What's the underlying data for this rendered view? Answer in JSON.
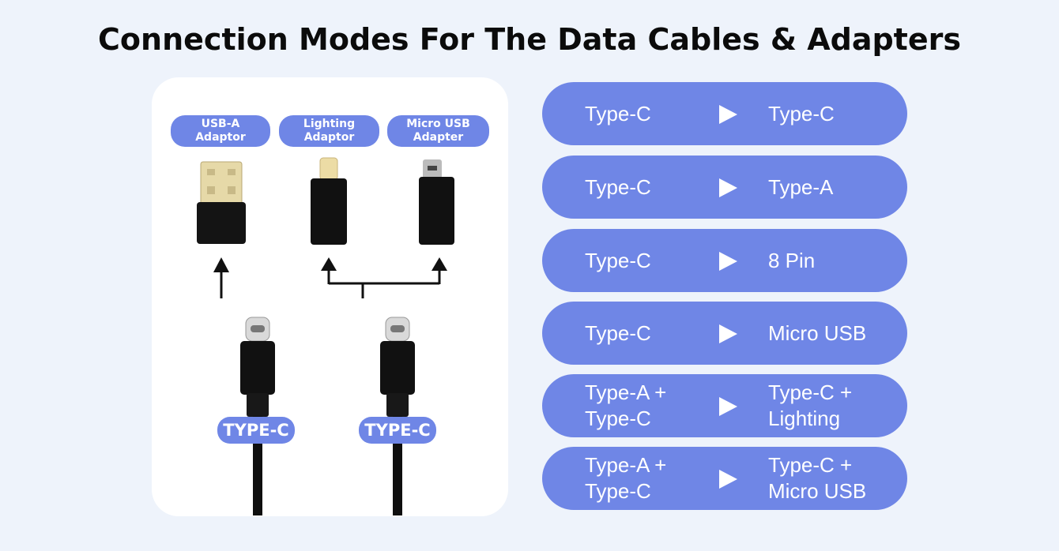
{
  "title": "Connection Modes For The Data Cables & Adapters",
  "adapters": [
    {
      "line1": "USB-A",
      "line2": "Adaptor"
    },
    {
      "line1": "Lighting",
      "line2": "Adaptor"
    },
    {
      "line1": "Micro USB",
      "line2": "Adapter"
    }
  ],
  "cables": [
    "TYPE-C",
    "TYPE-C"
  ],
  "modes": [
    {
      "from": [
        "Type-C"
      ],
      "to": [
        "Type-C"
      ]
    },
    {
      "from": [
        "Type-C"
      ],
      "to": [
        "Type-A"
      ]
    },
    {
      "from": [
        "Type-C"
      ],
      "to": [
        "8 Pin"
      ]
    },
    {
      "from": [
        "Type-C"
      ],
      "to": [
        "Micro USB"
      ]
    },
    {
      "from": [
        "Type-A +",
        "Type-C"
      ],
      "to": [
        "Type-C +",
        "Lighting"
      ]
    },
    {
      "from": [
        "Type-A +",
        "Type-C"
      ],
      "to": [
        "Type-C +",
        "Micro USB"
      ]
    }
  ],
  "colors": {
    "accent": "#6f86e6",
    "background": "#eef3fb",
    "panel": "#ffffff"
  }
}
